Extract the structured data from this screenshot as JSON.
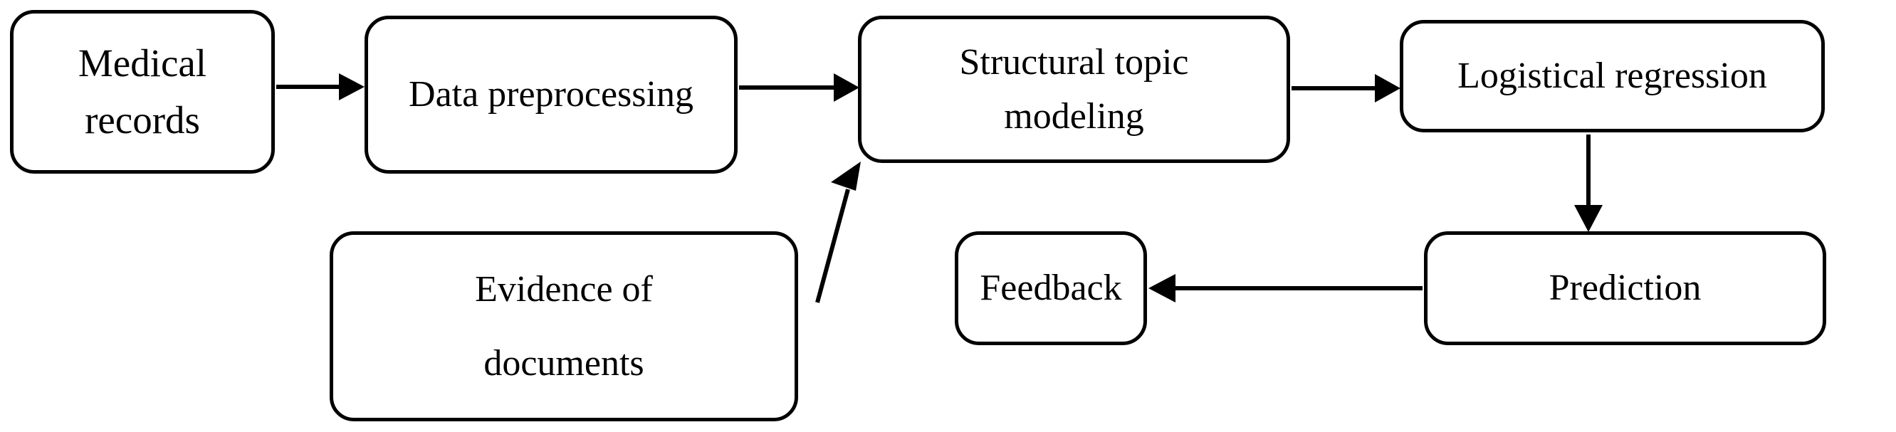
{
  "diagram": {
    "title": "Research workflow flowchart",
    "type": "flowchart",
    "background_color": "#ffffff",
    "line_color": "#000000",
    "nodes": [
      {
        "id": "medical-records",
        "label": "Medical\nrecords"
      },
      {
        "id": "data-preprocessing",
        "label": "Data preprocessing"
      },
      {
        "id": "structural-topic-modeling",
        "label": "Structural topic\nmodeling"
      },
      {
        "id": "logistical-regression",
        "label": "Logistical regression"
      },
      {
        "id": "evidence-of-documents",
        "label": "Evidence of\ndocuments"
      },
      {
        "id": "feedback",
        "label": "Feedback"
      },
      {
        "id": "prediction",
        "label": "Prediction"
      }
    ],
    "edges": [
      {
        "from": "medical-records",
        "to": "data-preprocessing",
        "style": "horizontal-arrow-right"
      },
      {
        "from": "data-preprocessing",
        "to": "structural-topic-modeling",
        "style": "horizontal-arrow-right"
      },
      {
        "from": "structural-topic-modeling",
        "to": "logistical-regression",
        "style": "horizontal-arrow-right"
      },
      {
        "from": "evidence-of-documents",
        "to": "structural-topic-modeling",
        "style": "diagonal-arrow-up-right"
      },
      {
        "from": "logistical-regression",
        "to": "prediction",
        "style": "vertical-arrow-down"
      },
      {
        "from": "prediction",
        "to": "feedback",
        "style": "horizontal-arrow-left"
      }
    ]
  }
}
